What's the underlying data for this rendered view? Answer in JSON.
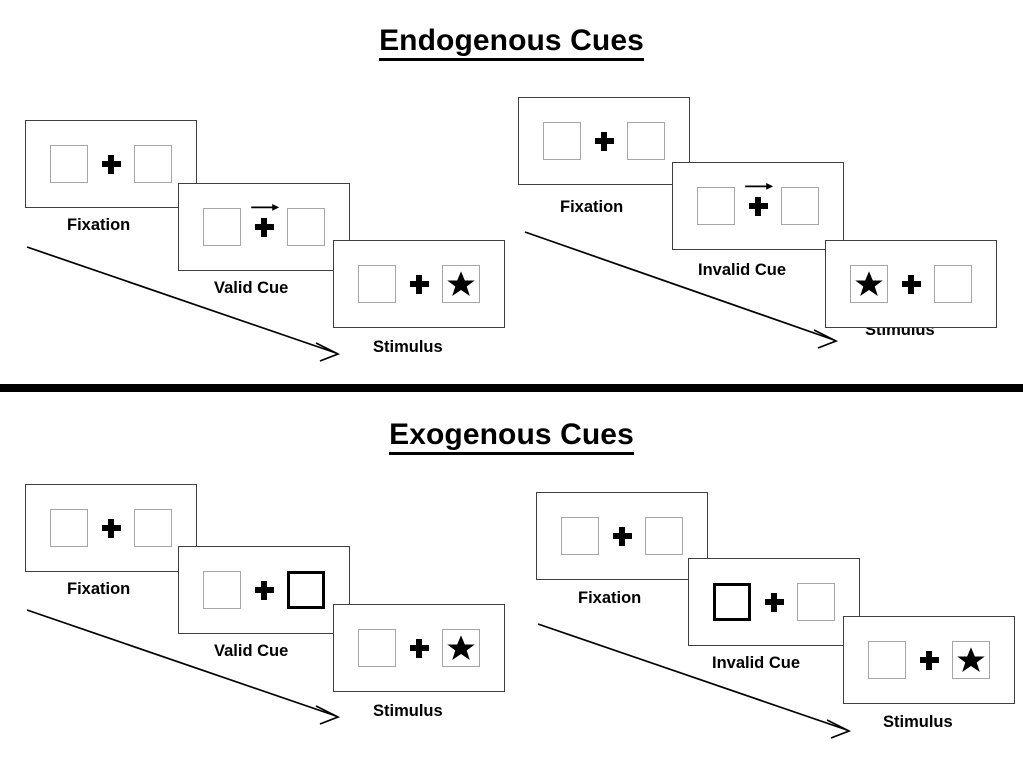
{
  "figure": {
    "sections": [
      {
        "id": "endogenous",
        "title": "Endogenous Cues",
        "sequences": [
          {
            "id": "endogenous-valid",
            "condition": "valid",
            "panels": [
              {
                "caption": "Fixation",
                "left_box": "empty",
                "right_box": "empty",
                "cue": "none"
              },
              {
                "caption": "Valid Cue",
                "left_box": "empty",
                "right_box": "empty",
                "cue": "arrow-right"
              },
              {
                "caption": "Stimulus",
                "left_box": "empty",
                "right_box": "star",
                "cue": "none"
              }
            ]
          },
          {
            "id": "endogenous-invalid",
            "condition": "invalid",
            "panels": [
              {
                "caption": "Fixation",
                "left_box": "empty",
                "right_box": "empty",
                "cue": "none"
              },
              {
                "caption": "Invalid Cue",
                "left_box": "empty",
                "right_box": "empty",
                "cue": "arrow-right"
              },
              {
                "caption": "Stimulus",
                "left_box": "star",
                "right_box": "empty",
                "cue": "none"
              }
            ]
          }
        ]
      },
      {
        "id": "exogenous",
        "title": "Exogenous Cues",
        "sequences": [
          {
            "id": "exogenous-valid",
            "condition": "valid",
            "panels": [
              {
                "caption": "Fixation",
                "left_box": "empty",
                "right_box": "empty",
                "cue": "none"
              },
              {
                "caption": "Valid Cue",
                "left_box": "empty",
                "right_box": "highlight",
                "cue": "none"
              },
              {
                "caption": "Stimulus",
                "left_box": "empty",
                "right_box": "star",
                "cue": "none"
              }
            ]
          },
          {
            "id": "exogenous-invalid",
            "condition": "invalid",
            "panels": [
              {
                "caption": "Fixation",
                "left_box": "empty",
                "right_box": "empty",
                "cue": "none"
              },
              {
                "caption": "Invalid Cue",
                "left_box": "highlight",
                "right_box": "empty",
                "cue": "none"
              },
              {
                "caption": "Stimulus",
                "left_box": "empty",
                "right_box": "star",
                "cue": "none"
              }
            ]
          }
        ]
      }
    ],
    "colors": {
      "box_border": "#a6a6a6",
      "box_highlight_border": "#000000",
      "panel_border": "#3f3f3f",
      "ink": "#000000",
      "background": "#ffffff"
    },
    "icons": {
      "fixation_cross": "plus-icon",
      "cue_arrow": "arrow-right-icon",
      "stimulus": "star-icon",
      "flow": "time-flow-arrow-icon"
    }
  }
}
